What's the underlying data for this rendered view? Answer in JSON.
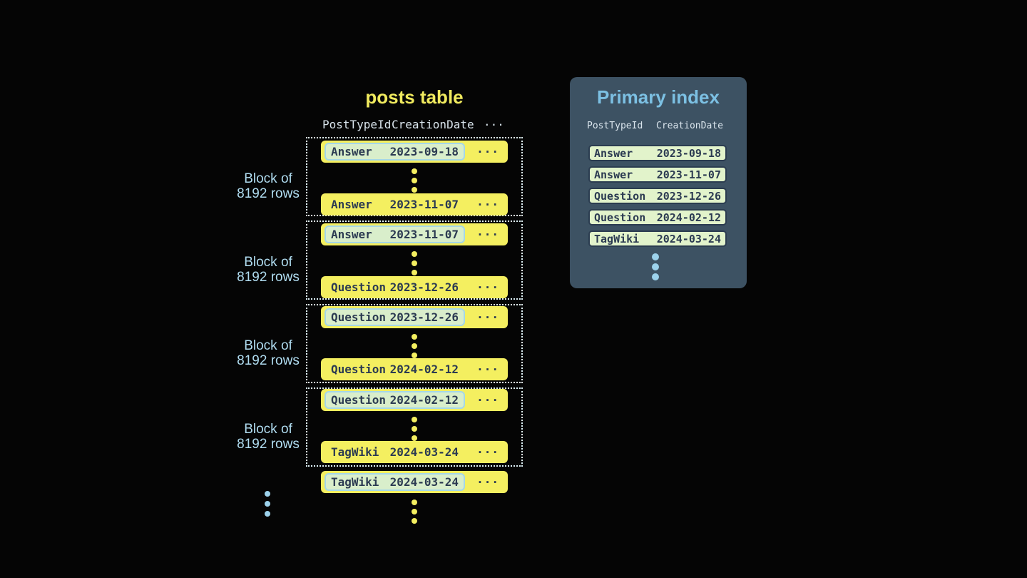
{
  "posts_table": {
    "title": "posts table",
    "headers": [
      "PostTypeId",
      "CreationDate",
      "..."
    ],
    "ellipsis": "...",
    "block_labels": [
      {
        "line1": "Block of",
        "line2": "8192 rows"
      },
      {
        "line1": "Block of",
        "line2": "8192 rows"
      },
      {
        "line1": "Block of",
        "line2": "8192 rows"
      },
      {
        "line1": "Block of",
        "line2": "8192 rows"
      }
    ],
    "rows": [
      {
        "post_type": "Answer",
        "creation_date": "2023-09-18",
        "highlighted": true
      },
      {
        "post_type": "Answer",
        "creation_date": "2023-11-07",
        "highlighted": false
      },
      {
        "post_type": "Answer",
        "creation_date": "2023-11-07",
        "highlighted": true
      },
      {
        "post_type": "Question",
        "creation_date": "2023-12-26",
        "highlighted": false
      },
      {
        "post_type": "Question",
        "creation_date": "2023-12-26",
        "highlighted": true
      },
      {
        "post_type": "Question",
        "creation_date": "2024-02-12",
        "highlighted": false
      },
      {
        "post_type": "Question",
        "creation_date": "2024-02-12",
        "highlighted": true
      },
      {
        "post_type": "TagWiki",
        "creation_date": "2024-03-24",
        "highlighted": false
      },
      {
        "post_type": "TagWiki",
        "creation_date": "2024-03-24",
        "highlighted": true
      }
    ]
  },
  "primary_index": {
    "title": "Primary index",
    "headers": [
      "PostTypeId",
      "CreationDate"
    ],
    "rows": [
      {
        "post_type": "Answer",
        "creation_date": "2023-09-18"
      },
      {
        "post_type": "Answer",
        "creation_date": "2023-11-07"
      },
      {
        "post_type": "Question",
        "creation_date": "2023-12-26"
      },
      {
        "post_type": "Question",
        "creation_date": "2024-02-12"
      },
      {
        "post_type": "TagWiki",
        "creation_date": "2024-03-24"
      }
    ]
  },
  "colors": {
    "background": "#050505",
    "row_yellow": "#f4ef60",
    "row_text": "#2c3b52",
    "highlight_fill": "#d9eecb",
    "highlight_border": "#a5d7e8",
    "panel_background": "#3d5263",
    "index_row_fill": "#e2f3cb",
    "index_row_border": "#2b3c50",
    "posts_title_yellow": "#f0ea5e",
    "index_title_blue": "#7cc0e3",
    "block_label_blue": "#b0dcf0",
    "header_text": "#d9e4ec",
    "dotted_border": "#dff2f8",
    "dot_blue": "#9cd2ec"
  }
}
